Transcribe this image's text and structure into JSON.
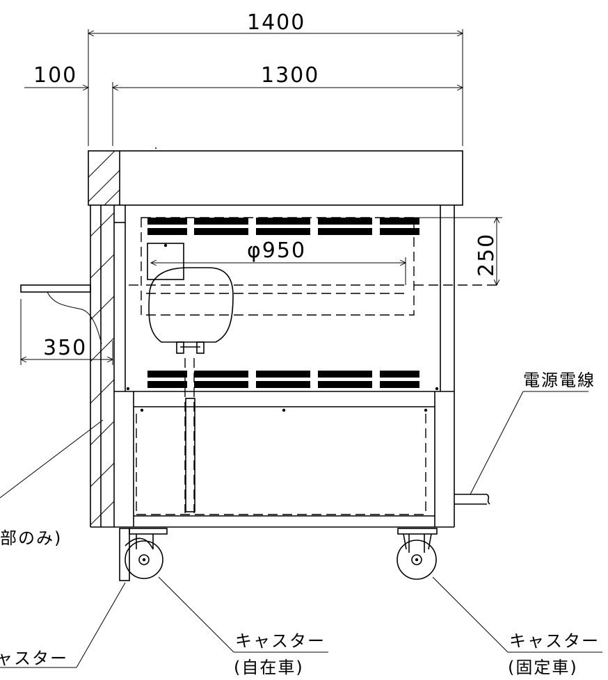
{
  "dimensions": {
    "overall_width": "1400",
    "left_extension": "100",
    "main_width": "1300",
    "pan_diameter": "φ950",
    "height_250": "250",
    "shelf_350": "350"
  },
  "labels": {
    "power_cable": "電源電線",
    "partial_note": "部のみ)",
    "caster_swivel_1": "キャスター",
    "caster_swivel_2": "(自在車)",
    "caster_fixed_1": "キャスター",
    "caster_fixed_2": "(固定車)",
    "caster_left": "ャスター"
  }
}
